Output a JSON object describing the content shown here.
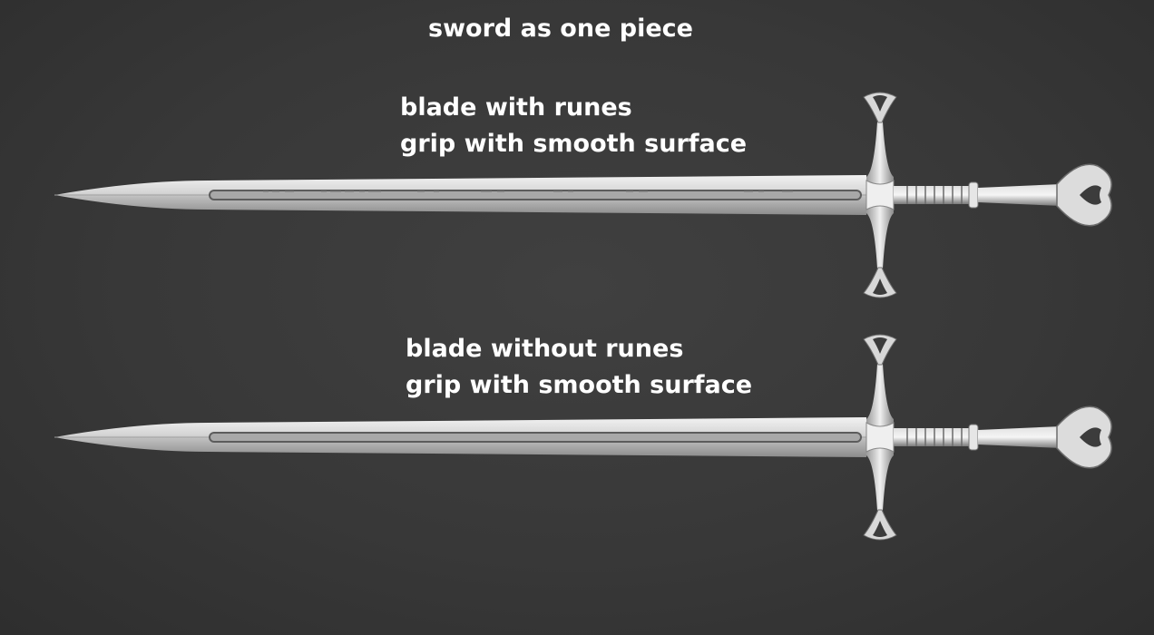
{
  "title": "sword as one piece",
  "variants": [
    {
      "line1": "blade with runes",
      "line2": "grip with smooth surface",
      "runes": true
    },
    {
      "line1": "blade without runes",
      "line2": "grip with smooth surface",
      "runes": false
    }
  ],
  "colors": {
    "background": "#3a3a3a",
    "text": "#ffffff",
    "metal_light": "#e8e8e8",
    "metal_mid": "#b8b8b8",
    "metal_dark": "#6e6e6e"
  }
}
